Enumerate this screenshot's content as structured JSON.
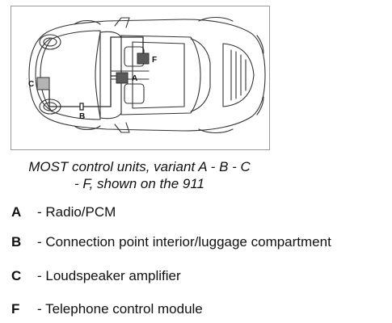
{
  "diagram": {
    "labels": {
      "a": "A",
      "b": "B",
      "c": "C",
      "f": "F"
    },
    "colors": {
      "unit_dark": "#5a5a5a",
      "unit_light": "#b4b4b4",
      "outline": "#333333"
    }
  },
  "caption": {
    "line1": "MOST control units, variant A - B - C",
    "line2": "- F, shown on the 911"
  },
  "legend": [
    {
      "key": "A",
      "text": "- Radio/PCM"
    },
    {
      "key": "B",
      "text": "- Connection point interior/luggage compartment"
    },
    {
      "key": "C",
      "text": "- Loudspeaker amplifier"
    },
    {
      "key": "F",
      "text": "- Telephone control module"
    }
  ]
}
